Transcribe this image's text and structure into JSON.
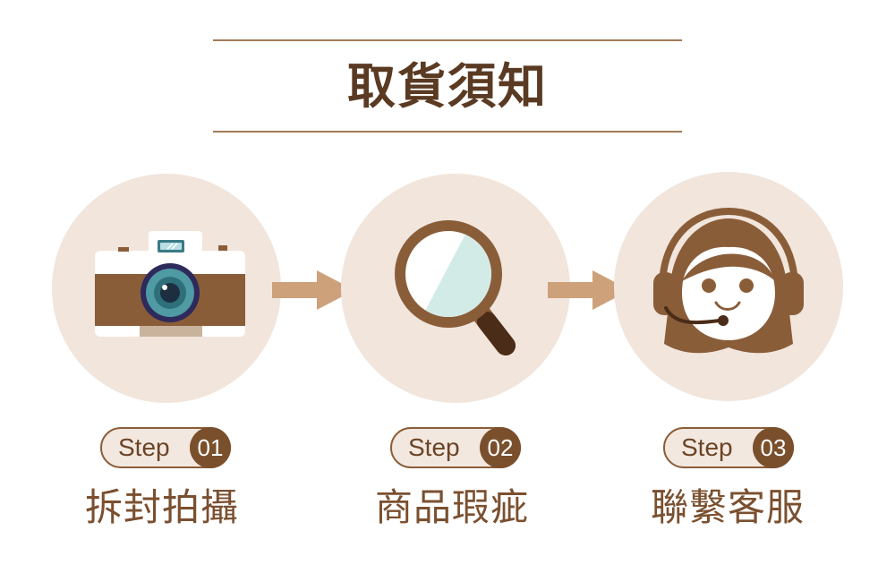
{
  "header": {
    "title": "取貨須知"
  },
  "steps": [
    {
      "prefix": "Step",
      "number": "01",
      "label": "拆封拍攝",
      "icon": "camera-icon"
    },
    {
      "prefix": "Step",
      "number": "02",
      "label": "商品瑕疵",
      "icon": "magnifier-icon"
    },
    {
      "prefix": "Step",
      "number": "03",
      "label": "聯繫客服",
      "icon": "customer-service-icon"
    }
  ],
  "colors": {
    "circle_bg": "#f1e5dc",
    "brown_dark": "#7a4f2c",
    "brown_mid": "#8a5d39",
    "arrow": "#cda17a",
    "text": "#7a5030"
  }
}
